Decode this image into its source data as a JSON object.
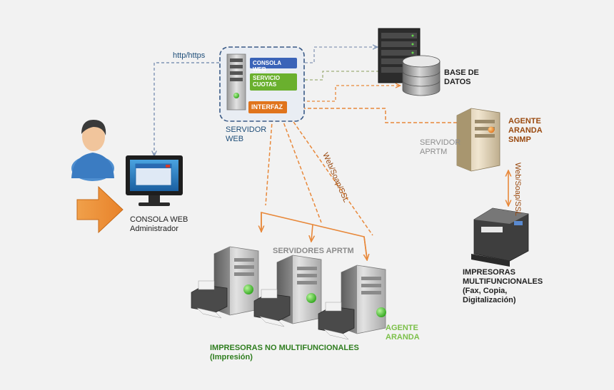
{
  "colors": {
    "background": "#f2f2f2",
    "blue_link": "#7f95b5",
    "orange_link": "#e8883a",
    "web_server_border": "#3a5a86",
    "chip_consola": "#3a63b8",
    "chip_cuotas": "#6ab02e",
    "chip_interfaz": "#e0741c",
    "status_green": "#3fbf2a"
  },
  "icons": {
    "admin": "user-icon",
    "monitor": "monitor-icon",
    "arrow": "arrow-right-icon",
    "database": "database-icon",
    "rack": "server-rack-icon",
    "tower": "server-tower-icon",
    "printer": "printer-icon",
    "mfp": "multifunction-printer-icon"
  },
  "labels": {
    "http": "http/https",
    "web_server": [
      "SERVIDOR",
      "WEB"
    ],
    "chip_consola": "CONSOLA WEB",
    "chip_cuotas": [
      "SERVICIO",
      "CUOTAS"
    ],
    "chip_interfaz": "INTERFAZ",
    "db": [
      "BASE DE",
      "DATOS"
    ],
    "aprtm_server": [
      "SERVIDOR",
      "APRTM"
    ],
    "snmp_agent": [
      "AGENTE",
      "ARANDA",
      "SNMP"
    ],
    "soap_diag": "Web/Soap/SSL",
    "soap_vert": "Web/Soap/SSL",
    "console": [
      "CONSOLA WEB",
      "Administrador"
    ],
    "aprtm_servers": "SERVIDORES APRTM",
    "mfp": [
      "IMPRESORAS",
      "MULTIFUNCIONALES",
      "(Fax, Copia,",
      "Digitalización)"
    ],
    "nonmfp": [
      "IMPRESORAS NO MULTIFUNCIONALES",
      "(Impresión)"
    ],
    "aranda_agent": [
      "AGENTE",
      "ARANDA"
    ]
  }
}
